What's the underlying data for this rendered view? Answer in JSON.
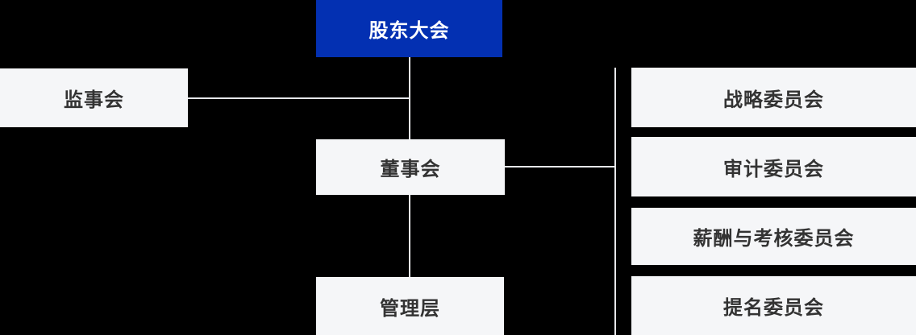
{
  "diagram": {
    "type": "org-chart",
    "colors": {
      "background": "#000000",
      "primary_node_bg": "#0330b2",
      "primary_node_text": "#ffffff",
      "node_bg": "#f5f6f8",
      "node_text": "#333333",
      "connector": "#e6e7ea"
    },
    "nodes": {
      "shareholders_meeting": {
        "label": "股东大会"
      },
      "supervisory_board": {
        "label": "监事会"
      },
      "board_of_directors": {
        "label": "董事会"
      },
      "management": {
        "label": "管理层"
      },
      "committees": [
        {
          "label": "战略委员会"
        },
        {
          "label": "审计委员会"
        },
        {
          "label": "薪酬与考核委员会"
        },
        {
          "label": "提名委员会"
        }
      ]
    },
    "edges": [
      {
        "from": "股东大会",
        "to": "监事会"
      },
      {
        "from": "股东大会",
        "to": "董事会"
      },
      {
        "from": "董事会",
        "to": "管理层"
      },
      {
        "from": "董事会",
        "to": "战略委员会"
      },
      {
        "from": "董事会",
        "to": "审计委员会"
      },
      {
        "from": "董事会",
        "to": "薪酬与考核委员会"
      },
      {
        "from": "董事会",
        "to": "提名委员会"
      }
    ]
  }
}
